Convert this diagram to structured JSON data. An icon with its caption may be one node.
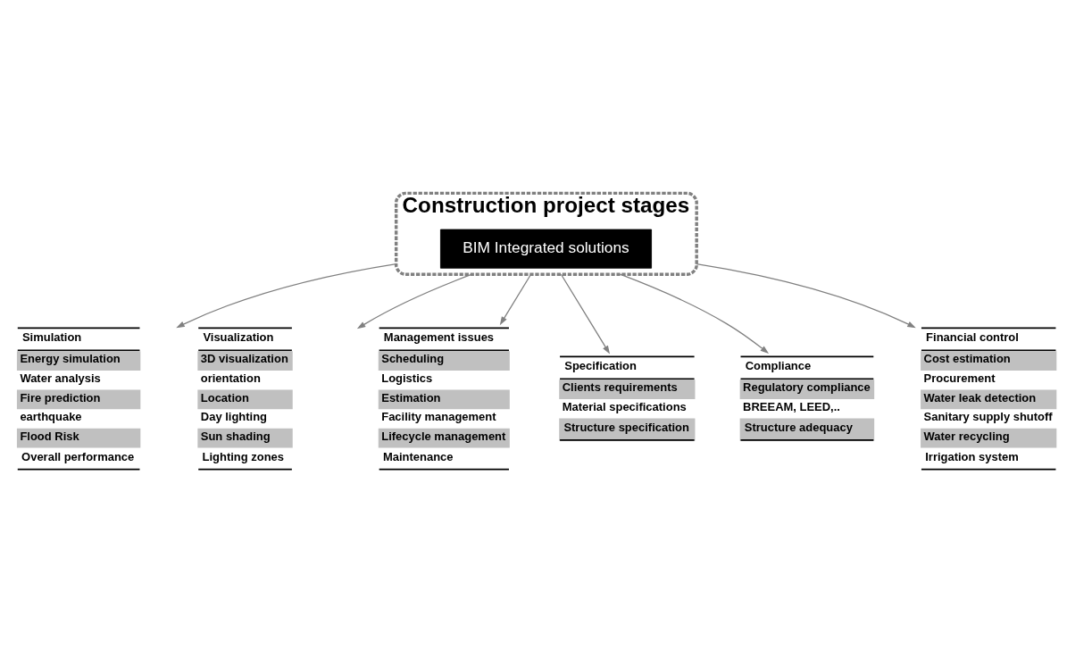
{
  "diagram": {
    "nodes": [
      {
        "text": [
          "Construction project stages"
        ]
      },
      {
        "text": [
          "BIM Integrated solutions"
        ],
        "in": 0
      },
      {
        "text": [
          "Simulation",
          "Energy simulation",
          "Water analysis",
          "Fire prediction",
          "earthquake",
          "Flood Risk",
          "Overall performance"
        ]
      },
      {
        "text": [
          "Visualization",
          "3D visualization",
          "orientation",
          "Location",
          "Day lighting",
          "Sun shading",
          "Lighting zones"
        ]
      },
      {
        "text": [
          "Management issues",
          "Scheduling",
          "Logistics",
          "Estimation",
          "Facility management",
          "Lifecycle management",
          "Maintenance"
        ]
      },
      {
        "text": [
          "Specification",
          "Clients requirements",
          "Material specifications",
          "Structure specification"
        ]
      },
      {
        "text": [
          "Compliance",
          "Regulatory compliance",
          "BREEAM, LEED,..",
          "Structure adequacy"
        ]
      },
      {
        "text": [
          "Financial control",
          "Cost estimation",
          "Procurement",
          "Water leak detection",
          "Sanitary supply shutoff",
          "Water recycling",
          "Irrigation system"
        ]
      }
    ],
    "edges": [
      {
        "from": 0,
        "to": 6,
        "arrow": "to"
      },
      {
        "from": 0,
        "to": 2,
        "arrow": "to"
      },
      {
        "from": 0,
        "to": 3,
        "arrow": "to"
      },
      {
        "from": 0,
        "to": 4,
        "arrow": "to"
      },
      {
        "from": 0,
        "to": 5,
        "arrow": "to"
      },
      {
        "from": 0,
        "to": 7,
        "arrow": "to"
      }
    ]
  }
}
